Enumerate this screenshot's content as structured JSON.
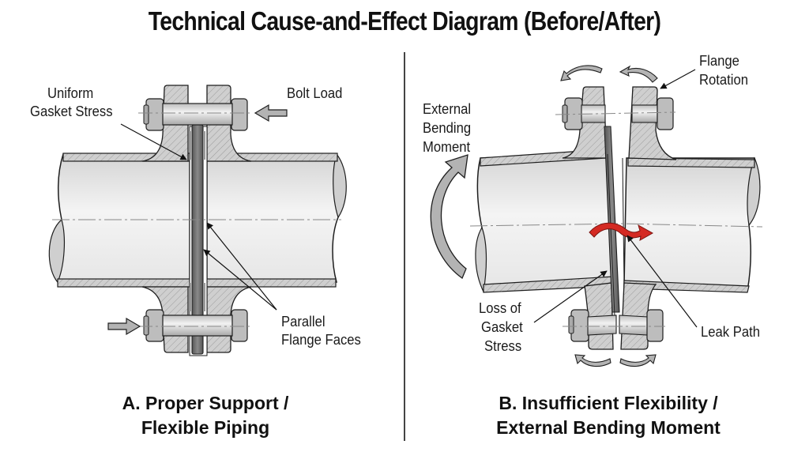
{
  "title": "Technical Cause-and-Effect Diagram (Before/After)",
  "panel_a": {
    "caption_line1": "A. Proper Support /",
    "caption_line2": "Flexible Piping",
    "labels": {
      "gasket_stress_1": "Uniform",
      "gasket_stress_2": "Gasket Stress",
      "bolt_load": "Bolt Load",
      "parallel_1": "Parallel",
      "parallel_2": "Flange Faces"
    }
  },
  "panel_b": {
    "caption_line1": "B. Insufficient Flexibility /",
    "caption_line2": "External Bending Moment",
    "labels": {
      "moment_1": "External",
      "moment_2": "Bending",
      "moment_3": "Moment",
      "rotation_1": "Flange",
      "rotation_2": "Rotation",
      "loss_1": "Loss of",
      "loss_2": "Gasket",
      "loss_3": "Stress",
      "leak_path": "Leak Path"
    }
  },
  "colors": {
    "steel": "#c9c9c9",
    "pipe_fill": "#ececec",
    "gasket": "#6e6e6e",
    "arrow_gray": "#b3b3b3",
    "leak_red": "#d42a23",
    "outline": "#1e1e1e",
    "divider": "#444444"
  }
}
